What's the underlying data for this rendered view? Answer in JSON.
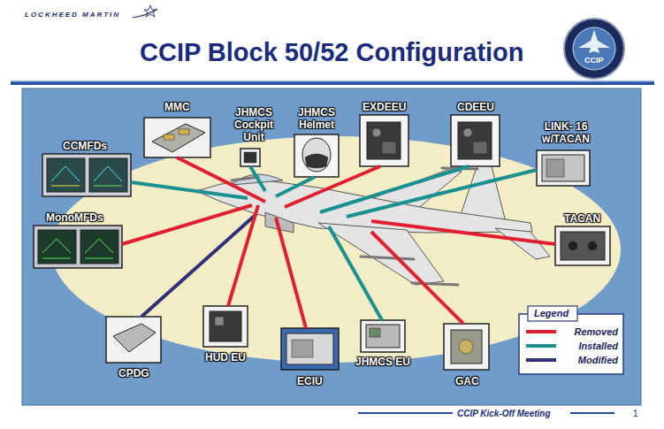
{
  "diagram": {
    "title": "CCIP Block 50/52 Configuration",
    "nodes": [
      {
        "text": [
          "MMC"
        ]
      },
      {
        "text": [
          "JHMCS Cockpit Unit"
        ]
      },
      {
        "text": [
          "JHMCS Helmet"
        ]
      },
      {
        "text": [
          "EXDEEU"
        ]
      },
      {
        "text": [
          "CDEEU"
        ]
      },
      {
        "text": [
          "LINK- 16 w/TACAN"
        ]
      },
      {
        "text": [
          "CCMFDs"
        ]
      },
      {
        "text": [
          "MonoMFDs"
        ]
      },
      {
        "text": [
          "TACAN"
        ]
      },
      {
        "text": [
          "CPDG"
        ]
      },
      {
        "text": [
          "HUD EU"
        ]
      },
      {
        "text": [
          "ECIU"
        ]
      },
      {
        "text": [
          "JHMCS EU"
        ]
      },
      {
        "text": [
          "GAC"
        ]
      }
    ],
    "labels": [
      "LOCKHEED MARTIN",
      "CCIP",
      "Legend",
      "CCIP Kick-Off Meeting",
      "1"
    ],
    "legend": [
      {
        "text": "Removed",
        "color": "#e02030"
      },
      {
        "text": "Installed",
        "color": "#1a9090"
      },
      {
        "text": "Modified",
        "color": "#30307a"
      }
    ]
  }
}
